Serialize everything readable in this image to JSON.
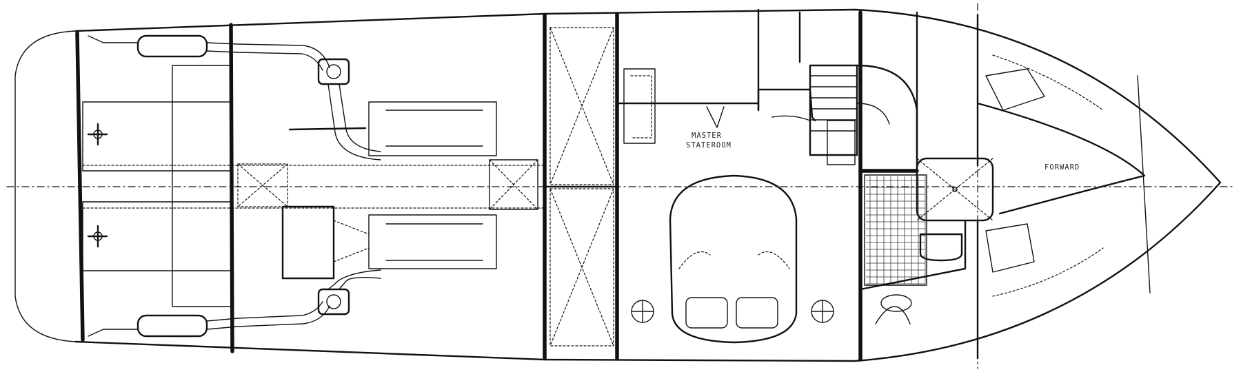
{
  "plan": {
    "labels": {
      "master_line1": "MASTER",
      "master_line2": "STATEROOM",
      "forward": "FORWARD"
    },
    "colors": {
      "ink": "#111111",
      "background": "#ffffff"
    }
  }
}
